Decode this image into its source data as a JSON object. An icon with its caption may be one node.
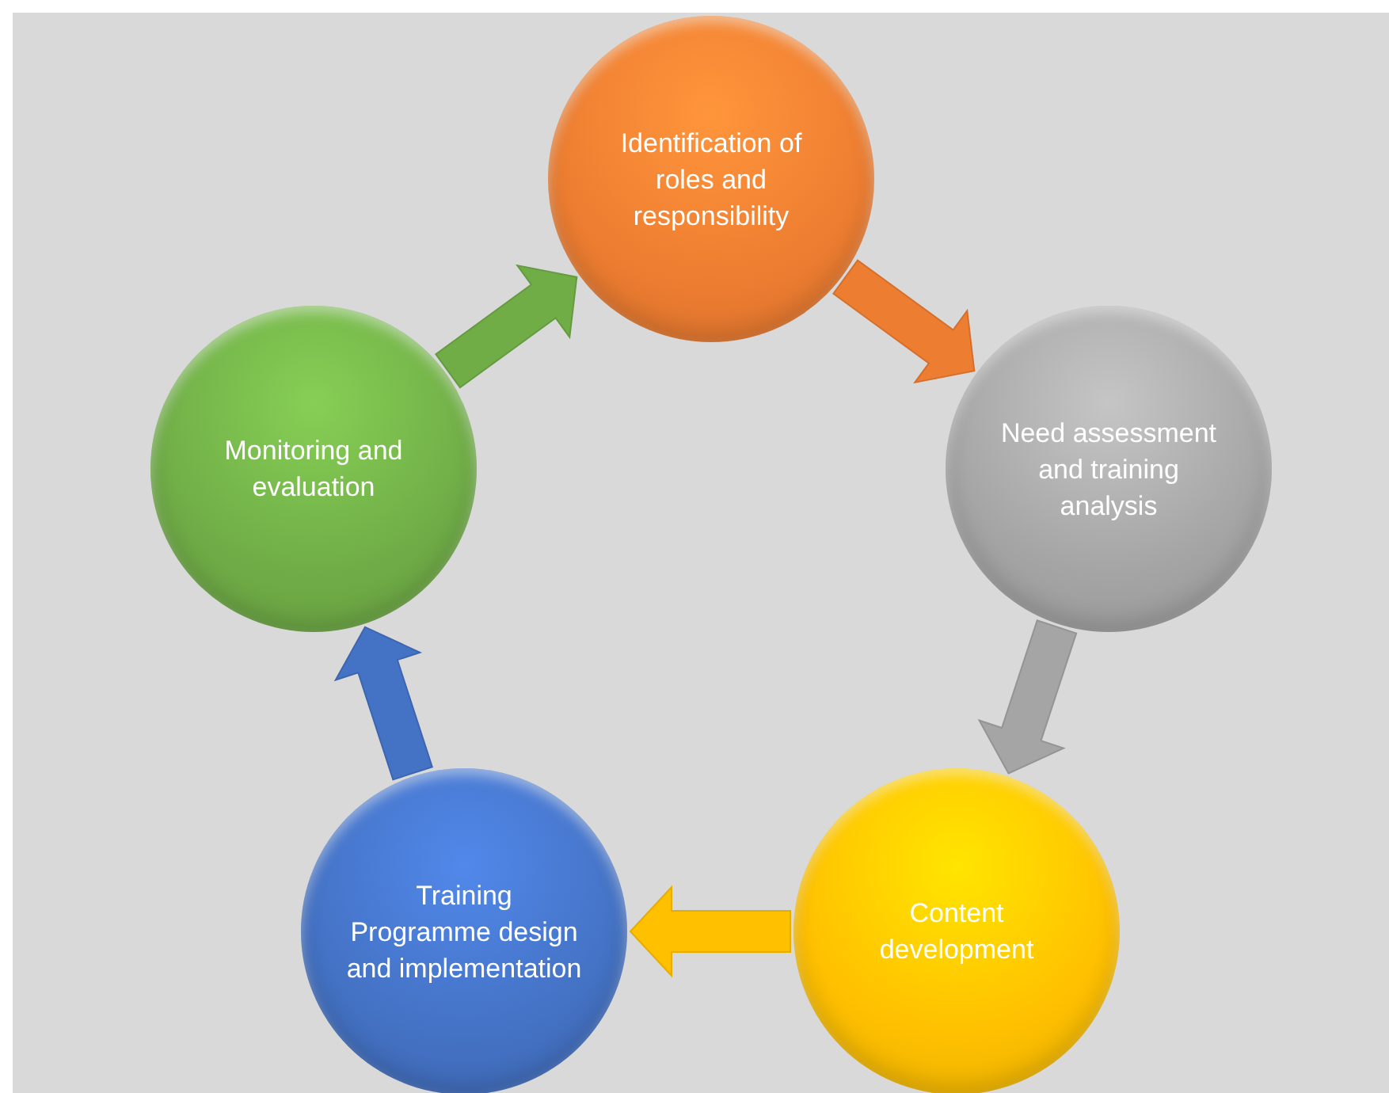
{
  "diagram": {
    "nodes": [
      {
        "text": [
          "Identification of roles and responsibility"
        ]
      },
      {
        "text": [
          "Need assessment and training analysis"
        ]
      },
      {
        "text": [
          "Content development"
        ]
      },
      {
        "text": [
          "Training Programme design and implementation"
        ]
      },
      {
        "text": [
          "Monitoring and evaluation"
        ]
      }
    ],
    "edges": [
      {
        "from": 0,
        "to": 1,
        "arrow": "to",
        "style": "thick",
        "color": "#ed7d31"
      },
      {
        "from": 1,
        "to": 2,
        "arrow": "to",
        "style": "thick",
        "color": "#a5a5a5"
      },
      {
        "from": 2,
        "to": 3,
        "arrow": "to",
        "style": "thick",
        "color": "#ffc000"
      },
      {
        "from": 3,
        "to": 4,
        "arrow": "to",
        "style": "thick",
        "color": "#4472c4"
      },
      {
        "from": 4,
        "to": 0,
        "arrow": "to",
        "style": "thick",
        "color": "#70ad47"
      }
    ]
  }
}
